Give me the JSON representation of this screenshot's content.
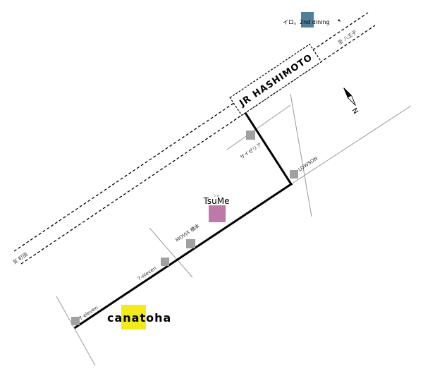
{
  "colors": {
    "route": "#000000",
    "street": "#9a9a9a",
    "landmark": "#a0a0a0",
    "tsume": "#bd7aa8",
    "canatoha_highlight": "#f2ea1a",
    "irono_box": "#4f7f99"
  },
  "station": {
    "name": "JR HASHIMOTO"
  },
  "railway": {
    "to_left": "至 町田",
    "to_right": "至 八王子"
  },
  "compass": {
    "north": "N",
    "icon": "compass-icon"
  },
  "landmarks": {
    "irono": "イロ。2nd dining",
    "saizeriya": "サイゼリア",
    "lawson": "LOWSON",
    "movix": "MOVIX 橋本",
    "seven_eleven_1": "7-eleven",
    "seven_eleven_2": "7-eleven"
  },
  "tsume": {
    "name": "TsuMe",
    "ruby": "ツメ"
  },
  "canatoha": {
    "name": "canatoha",
    "accent": ""
  }
}
